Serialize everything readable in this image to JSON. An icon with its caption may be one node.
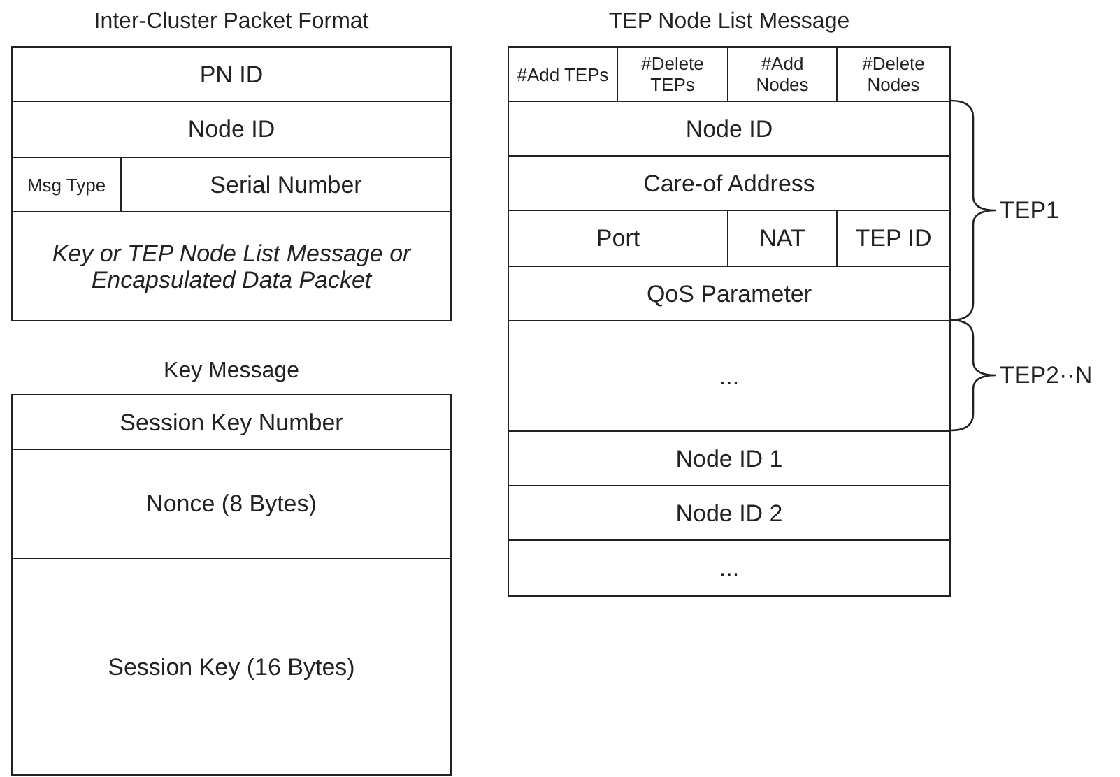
{
  "diagram": {
    "nodes": [
      {
        "text": [
          "Inter-Cluster Packet Format"
        ]
      },
      {
        "text": [
          "PN ID"
        ],
        "in": 0
      },
      {
        "text": [
          "Node ID"
        ],
        "in": 0
      },
      {
        "text": [
          "Msg Type"
        ],
        "in": 0
      },
      {
        "text": [
          "Serial Number"
        ],
        "in": 0
      },
      {
        "text": [
          "Key or TEP Node List Message or Encapsulated Data Packet"
        ],
        "in": 0
      },
      {
        "text": [
          "Key Message"
        ]
      },
      {
        "text": [
          "Session Key Number"
        ],
        "in": 6
      },
      {
        "text": [
          "Nonce (8 Bytes)"
        ],
        "in": 6
      },
      {
        "text": [
          "Session Key (16 Bytes)"
        ],
        "in": 6
      },
      {
        "text": [
          "TEP Node List Message"
        ]
      },
      {
        "text": [
          "#Add TEPs"
        ],
        "in": 10
      },
      {
        "text": [
          "#Delete TEPs"
        ],
        "in": 10
      },
      {
        "text": [
          "#Add Nodes"
        ],
        "in": 10
      },
      {
        "text": [
          "#Delete Nodes"
        ],
        "in": 10
      },
      {
        "text": [
          "Node ID"
        ],
        "in": 10
      },
      {
        "text": [
          "Care-of Address"
        ],
        "in": 10
      },
      {
        "text": [
          "Port"
        ],
        "in": 10
      },
      {
        "text": [
          "NAT"
        ],
        "in": 10
      },
      {
        "text": [
          "TEP ID"
        ],
        "in": 10
      },
      {
        "text": [
          "QoS Parameter"
        ],
        "in": 10
      },
      {
        "text": [
          "..."
        ],
        "in": 10
      },
      {
        "text": [
          "Node ID 1"
        ],
        "in": 10
      },
      {
        "text": [
          "Node ID 2"
        ],
        "in": 10
      },
      {
        "text": [
          "..."
        ],
        "in": 10
      }
    ],
    "labels": [
      "TEP1",
      "TEP2··N"
    ]
  }
}
